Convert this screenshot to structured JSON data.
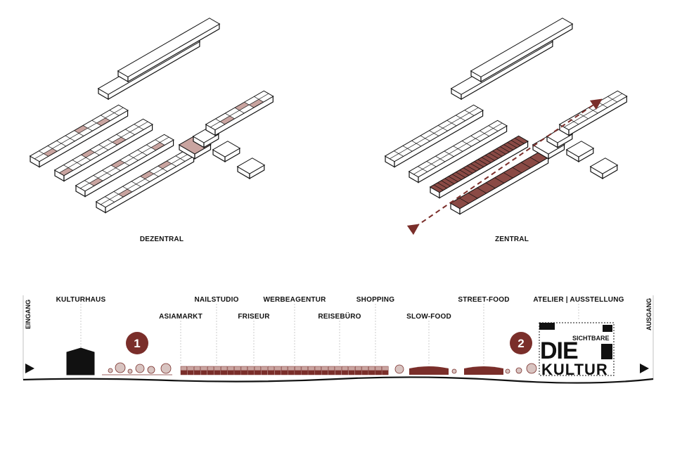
{
  "colors": {
    "accent": "#7a2e2a",
    "accent_light": "#c9a4a0",
    "ink": "#111111",
    "block_fill": "#ffffff"
  },
  "diagrams": {
    "left_label": "DEZENTRAL",
    "right_label": "ZENTRAL"
  },
  "timeline": {
    "entrance_label": "EINGANG",
    "exit_label": "AUSGANG",
    "markers": [
      "1",
      "2"
    ],
    "labels": {
      "kulturhaus": "KULTURHAUS",
      "asiamarkt": "ASIAMARKT",
      "nailstudio": "NAILSTUDIO",
      "friseur": "FRISEUR",
      "werbeagentur": "WERBEAGENTUR",
      "reisebuero": "REISEBÜRO",
      "shopping": "SHOPPING",
      "slow_food": "SLOW-FOOD",
      "street_food": "STREET-FOOD",
      "atelier": "ATELIER | AUSSTELLUNG"
    },
    "logo": {
      "top": "SICHTBARE",
      "left": "DIE",
      "bottom": "KULTUR"
    }
  }
}
